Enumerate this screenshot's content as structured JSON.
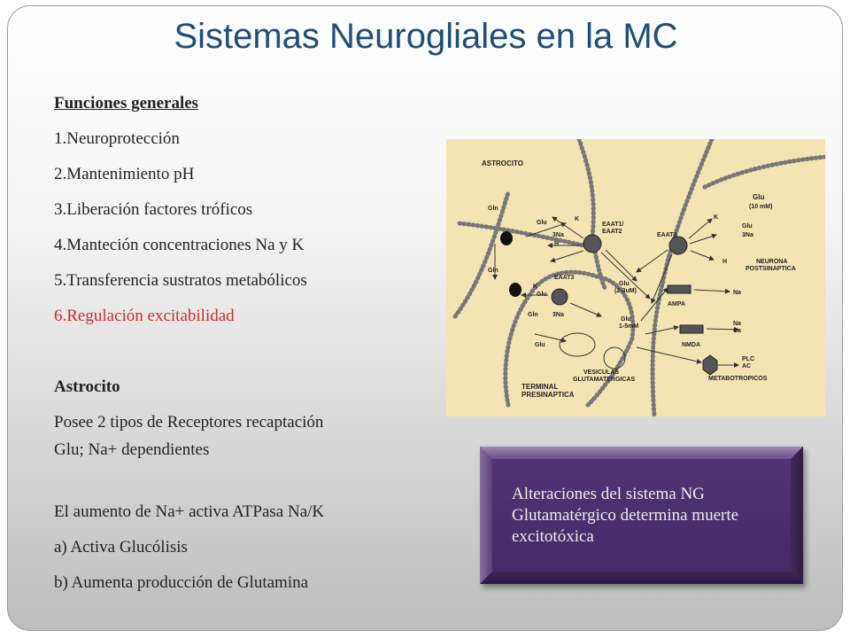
{
  "slide": {
    "title": "Sistemas Neurogliales en la MC",
    "sections": {
      "funciones_heading": "Funciones generales",
      "funciones": [
        "1.Neuroprotección",
        "2.Mantenimiento pH",
        "3.Liberación factores tróficos",
        "4.Manteción concentraciones Na y K",
        "5.Transferencia sustratos metabólicos",
        "6.Regulación excitabilidad"
      ],
      "astrocito_heading": "Astrocito",
      "astrocito_line1": "Posee 2 tipos de Receptores recaptación",
      "astrocito_line2": "Glu; Na+ dependientes",
      "aumento": "El aumento de Na+ activa ATPasa Na/K",
      "point_a": "a) Activa Glucólisis",
      "point_b": "b) Aumenta producción de Glutamina"
    },
    "callout": {
      "line1": "Alteraciones del sistema NG",
      "line2": "Glutamatérgico determina muerte",
      "line3": "excitotóxica"
    },
    "diagram": {
      "labels": {
        "astrocito": "ASTROCITO",
        "glu_10mm": "Glu",
        "glu_10mm_conc": "(10 mM)",
        "gln_1": "Gln",
        "gln_2": "Gln",
        "gln_3": "Gln",
        "glu_1": "Glu",
        "glu_2": "Glu",
        "glu_3": "Glu",
        "glu_4": "Glu",
        "glu_syn": "Glu",
        "glu_syn_conc": "(2-3uM)",
        "glu_cleft": "Glu",
        "glu_cleft_conc": "1-5mM",
        "na_3": "3Na",
        "na_3b": "3Na",
        "na_3c": "3Na",
        "k_1": "K",
        "k_2": "K",
        "k_3": "K",
        "h_1": "H",
        "h_2": "H",
        "eaat1": "EAAT1/",
        "eaat2": "EAAT2",
        "eaat3_a": "EAAT3",
        "eaat3_b": "EAAT3",
        "neurona": "NEURONA",
        "postsinaptica": "POSTSINAPTICA",
        "na_post": "Na",
        "ampa": "AMPA",
        "na_ca": "Na",
        "ca": "Ca",
        "nmda": "NMDA",
        "plc": "PLC",
        "ac": "AC",
        "metabotropicos": "METABOTROPICOS",
        "vesiculas": "VESICULAS",
        "glutamatergicas": "GLUTAMATERGICAS",
        "terminal": "TERMINAL",
        "presinaptica": "PRESINAPTICA"
      }
    }
  }
}
